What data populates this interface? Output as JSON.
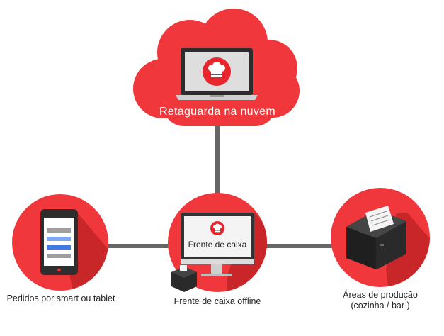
{
  "nodes": {
    "cloud": {
      "title": "Retaguarda na nuvem",
      "icon": "chef-hat-icon"
    },
    "tablet": {
      "caption": "Pedidos por smart ou tablet",
      "icon": "tablet-icon"
    },
    "pos": {
      "screen_text": "Frente de caixa",
      "caption": "Frente de caixa offline",
      "icon": "monitor-icon"
    },
    "printer": {
      "caption_line1": "Áreas de produção",
      "caption_line2": "(cozinha / bar )",
      "icon": "receipt-printer-icon"
    }
  },
  "colors": {
    "accent_red": "#f0373b",
    "shadow_red": "#c9262a",
    "connector": "#666666",
    "device_dark": "#333333"
  }
}
